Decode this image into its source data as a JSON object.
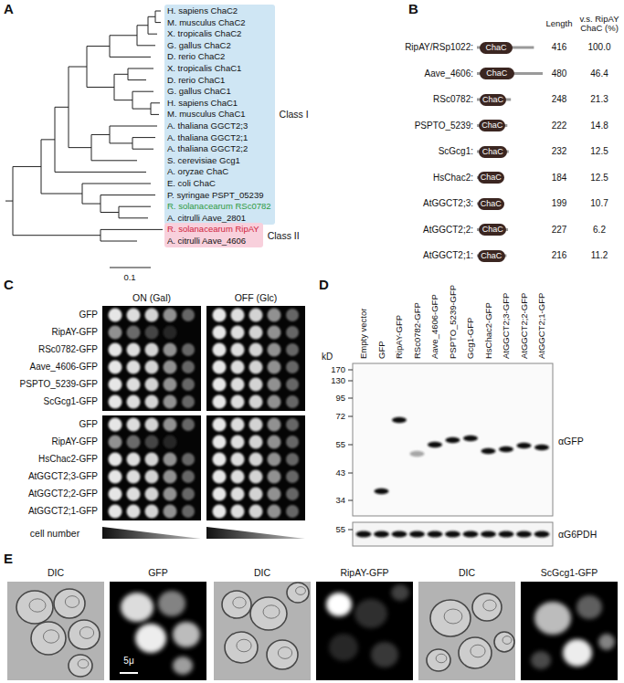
{
  "diagram": {
    "nodes": [
      {
        "text": [
          "Class I"
        ]
      },
      {
        "text": [
          "Class II"
        ]
      },
      {
        "text": [
          "ChaC"
        ]
      },
      {
        "text": [
          "ChaC"
        ]
      },
      {
        "text": [
          "ChaC"
        ]
      },
      {
        "text": [
          "ChaC"
        ]
      },
      {
        "text": [
          "ChaC"
        ]
      },
      {
        "text": [
          "ChaC"
        ]
      },
      {
        "text": [
          "ChaC"
        ]
      },
      {
        "text": [
          "ChaC"
        ]
      },
      {
        "text": [
          "ChaC"
        ]
      }
    ],
    "labels": [
      "A",
      "H. sapiens ChaC2",
      "M. musculus ChaC2",
      "X. tropicalis ChaC2",
      "G. gallus ChaC2",
      "D. rerio ChaC2",
      "X. tropicalis ChaC1",
      "D. rerio ChaC1",
      "G. gallus ChaC1",
      "H. sapiens ChaC1",
      "M. musculus ChaC1",
      "A. thaliana GGCT2;3",
      "A. thaliana GGCT2;1",
      "A. thaliana GGCT2;2",
      "S. cerevisiae Gcg1",
      "A. oryzae ChaC",
      "E. coli ChaC",
      "P. syringae PSPT_05239",
      "R. solanacearum RSc0782",
      "A. citrulli Aave_2801",
      "R. solanacearum RipAY",
      "A. citrulli Aave_4606",
      "0.1",
      "B",
      "Length",
      "v.s. RipAY ChaC (%)",
      "RipAY/RSp1022:",
      "416",
      "100.0",
      "Aave_4606:",
      "480",
      "46.4",
      "RSc0782:",
      "248",
      "21.3",
      "PSPTO_5239:",
      "222",
      "14.8",
      "ScGcg1:",
      "232",
      "12.5",
      "HsChac2:",
      "184",
      "12.5",
      "AtGGCT2;3:",
      "199",
      "10.7",
      "AtGGCT2;2:",
      "227",
      "6.2",
      "AtGGCT2;1:",
      "216",
      "11.2",
      "C",
      "ON (Gal)",
      "OFF (Glc)",
      "GFP",
      "RipAY-GFP",
      "RSc0782-GFP",
      "Aave_4606-GFP",
      "PSPTO_5239-GFP",
      "ScGcg1-GFP",
      "GFP",
      "RipAY-GFP",
      "HsChac2-GFP",
      "AtGGCT2;3-GFP",
      "AtGGCT2;2-GFP",
      "AtGGCT2;1-GFP",
      "cell number",
      "D",
      "Empty vector",
      "GFP",
      "RipAY-GFP",
      "RSc0782-GFP",
      "Aave_4606-GFP",
      "PSPTO_5239-GFP",
      "Gcg1-GFP",
      "HsChac2-GFP",
      "AtGGCT2;3-GFP",
      "AtGGCT2;2-GFP",
      "AtGGCT2;1-GFP",
      "kD",
      "170",
      "130",
      "95",
      "72",
      "55",
      "43",
      "34",
      "αGFP",
      "55",
      "αG6PDH",
      "E",
      "DIC",
      "GFP",
      "DIC",
      "RipAY-GFP",
      "DIC",
      "ScGcg1-GFP",
      "5μ"
    ]
  }
}
